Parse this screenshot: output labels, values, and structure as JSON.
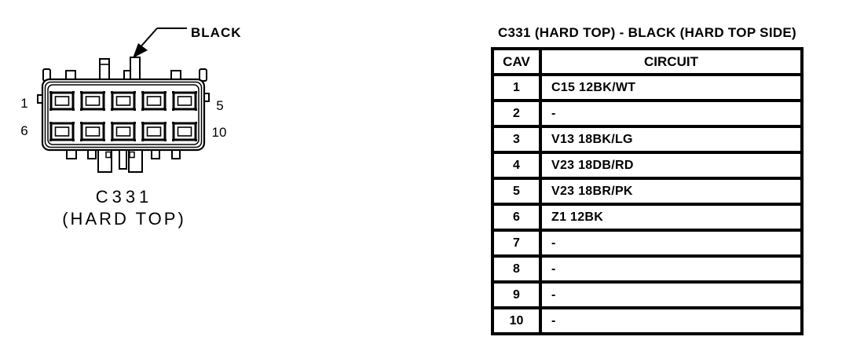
{
  "diagram": {
    "wire_color_label": "BLACK",
    "pin_labels": {
      "row1_left": "1",
      "row1_right": "5",
      "row2_left": "6",
      "row2_right": "10"
    },
    "caption_line1": "C331",
    "caption_line2": "(HARD TOP)"
  },
  "table": {
    "title": "C331 (HARD TOP) - BLACK (HARD TOP SIDE)",
    "columns": [
      "CAV",
      "CIRCUIT"
    ],
    "rows": [
      {
        "cav": "1",
        "circuit": "C15 12BK/WT"
      },
      {
        "cav": "2",
        "circuit": "-"
      },
      {
        "cav": "3",
        "circuit": "V13 18BK/LG"
      },
      {
        "cav": "4",
        "circuit": "V23 18DB/RD"
      },
      {
        "cav": "5",
        "circuit": "V23 18BR/PK"
      },
      {
        "cav": "6",
        "circuit": "Z1 12BK"
      },
      {
        "cav": "7",
        "circuit": "-"
      },
      {
        "cav": "8",
        "circuit": "-"
      },
      {
        "cav": "9",
        "circuit": "-"
      },
      {
        "cav": "10",
        "circuit": "-"
      }
    ]
  },
  "colors": {
    "ink": "#000000",
    "paper": "#ffffff"
  }
}
